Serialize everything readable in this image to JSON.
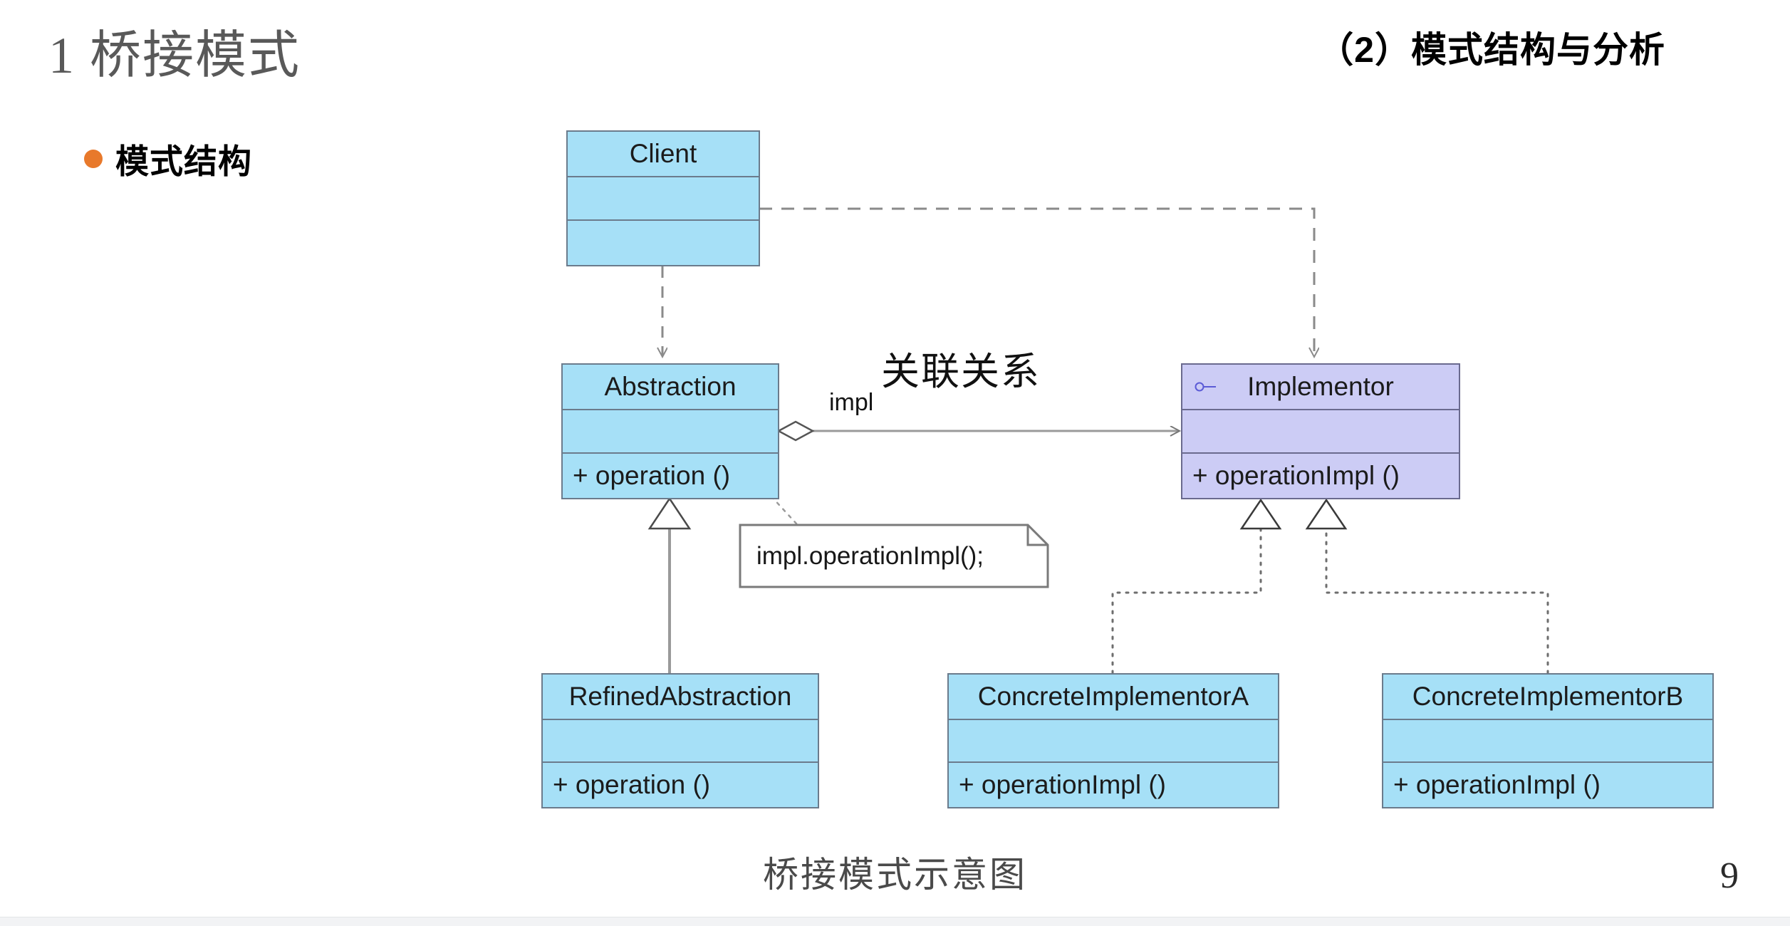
{
  "slide": {
    "title": "1 桥接模式",
    "section_label": "（2）模式结构与分析",
    "bullet": "模式结构",
    "caption": "桥接模式示意图",
    "page_number": "9"
  },
  "colors": {
    "class_fill": "#a6e0f7",
    "class_stroke": "#6b7b8c",
    "interface_fill": "#ccccf5",
    "interface_stroke": "#6a6a8e",
    "bullet": "#E8792B",
    "title_text": "#595959",
    "edge": "#8a8a8a",
    "note_stroke": "#7a7a7a"
  },
  "diagram": {
    "type": "uml-class-diagram",
    "classes": [
      {
        "id": "client",
        "name": "Client",
        "stereotype": "",
        "attributes": [],
        "operations": []
      },
      {
        "id": "abstraction",
        "name": "Abstraction",
        "stereotype": "",
        "attributes": [],
        "operations": [
          "+  operation ()"
        ]
      },
      {
        "id": "implementor",
        "name": "Implementor",
        "stereotype": "interface",
        "attributes": [],
        "operations": [
          "+  operationImpl ()"
        ]
      },
      {
        "id": "refined_abstraction",
        "name": "RefinedAbstraction",
        "stereotype": "",
        "attributes": [],
        "operations": [
          "+  operation ()"
        ]
      },
      {
        "id": "concrete_implementor_a",
        "name": "ConcreteImplementorA",
        "stereotype": "",
        "attributes": [],
        "operations": [
          "+  operationImpl ()"
        ]
      },
      {
        "id": "concrete_implementor_b",
        "name": "ConcreteImplementorB",
        "stereotype": "",
        "attributes": [],
        "operations": [
          "+  operationImpl ()"
        ]
      }
    ],
    "note": {
      "id": "note_impl",
      "text": "impl.operationImpl();",
      "attached_to": "abstraction"
    },
    "edge_labels": {
      "association_title": "关联关系",
      "role_impl": "impl"
    },
    "relationships": [
      {
        "from": "client",
        "to": "abstraction",
        "kind": "dependency",
        "style": "dashed",
        "arrow": "open"
      },
      {
        "from": "client",
        "to": "implementor",
        "kind": "dependency",
        "style": "dashed",
        "arrow": "open"
      },
      {
        "from": "abstraction",
        "to": "implementor",
        "kind": "aggregation",
        "style": "solid",
        "arrow": "open",
        "source_decoration": "hollow-diamond",
        "label": "impl"
      },
      {
        "from": "refined_abstraction",
        "to": "abstraction",
        "kind": "generalization",
        "style": "solid",
        "arrow": "hollow-triangle"
      },
      {
        "from": "concrete_implementor_a",
        "to": "implementor",
        "kind": "realization",
        "style": "dotted",
        "arrow": "hollow-triangle"
      },
      {
        "from": "concrete_implementor_b",
        "to": "implementor",
        "kind": "realization",
        "style": "dotted",
        "arrow": "hollow-triangle"
      }
    ]
  }
}
